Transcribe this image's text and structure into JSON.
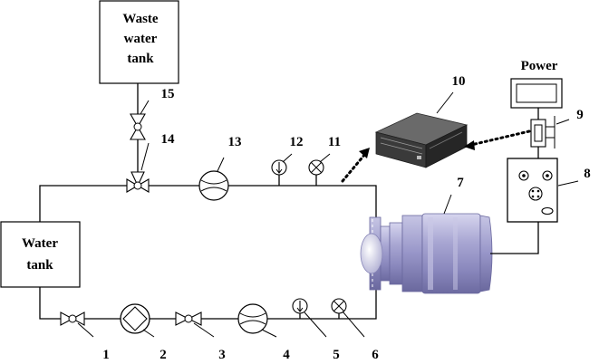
{
  "boxes": {
    "waste_line1": "Waste",
    "waste_line2": "water",
    "waste_line3": "tank",
    "water_line1": "Water",
    "water_line2": "tank",
    "power": "Power"
  },
  "numbers": {
    "n1": "1",
    "n2": "2",
    "n3": "3",
    "n4": "4",
    "n5": "5",
    "n6": "6",
    "n7": "7",
    "n8": "8",
    "n9": "9",
    "n10": "10",
    "n11": "11",
    "n12": "12",
    "n13": "13",
    "n14": "14",
    "n15": "15"
  },
  "colors": {
    "line": "#000000",
    "motor_body": "#9a98c8",
    "motor_dark": "#6e6ca4",
    "motor_light": "#c9c8e6",
    "daq_top": "#6a6a6a",
    "daq_side": "#2e2e2e"
  }
}
